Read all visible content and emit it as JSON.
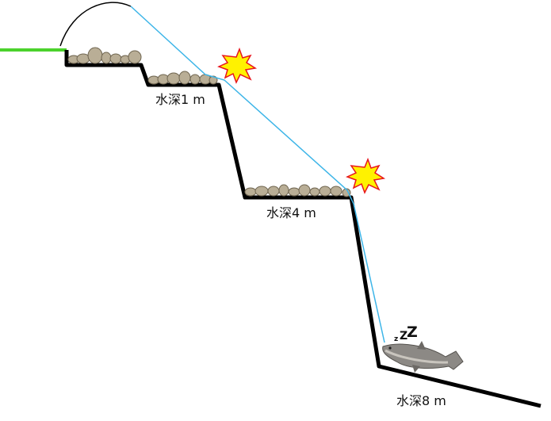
{
  "depth_labels": {
    "depth_1": "水深1 m",
    "depth_4": "水深4 m",
    "depth_8": "水深8 m"
  },
  "sleep_text": {
    "small": "z",
    "medium": "Z",
    "large": "Z"
  },
  "colors": {
    "ground": "#4bd22c",
    "seabed": "#000000",
    "fishing_line": "#3db5e8",
    "cast_arc": "#000000",
    "burst_fill": "#fff200",
    "burst_stroke": "#e8141c",
    "rock_fill": "#b9ae96",
    "rock_stroke": "#6f6550"
  },
  "icons": {
    "burst": "impact-burst-icon",
    "fish": "sleeping-fish-icon",
    "rock": "rock-icon"
  }
}
